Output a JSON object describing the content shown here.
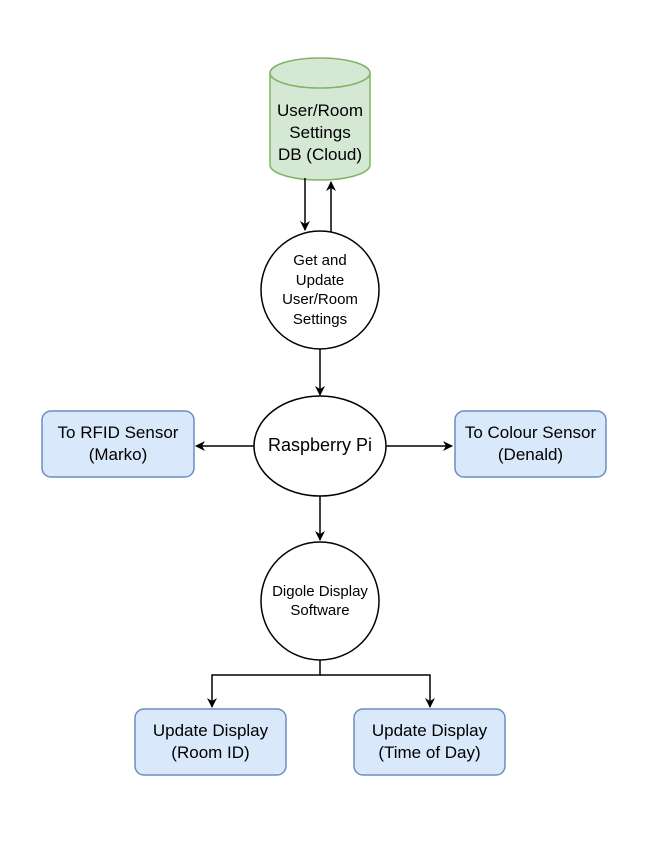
{
  "nodes": {
    "database": {
      "label": "User/Room\nSettings\nDB (Cloud)"
    },
    "get_update": {
      "label": "Get and\nUpdate\nUser/Room\nSettings"
    },
    "raspberry_pi": {
      "label": "Raspberry Pi"
    },
    "rfid": {
      "label": "To RFID Sensor\n(Marko)"
    },
    "colour": {
      "label": "To Colour Sensor\n(Denald)"
    },
    "digole": {
      "label": "Digole Display\nSoftware"
    },
    "update_room": {
      "label": "Update Display\n(Room ID)"
    },
    "update_time": {
      "label": "Update Display\n(Time of Day)"
    }
  },
  "colors": {
    "db_fill": "#d5e8d4",
    "db_stroke": "#82b366",
    "box_fill": "#dae8fc",
    "box_stroke": "#6c8ebf",
    "line": "#000000"
  }
}
